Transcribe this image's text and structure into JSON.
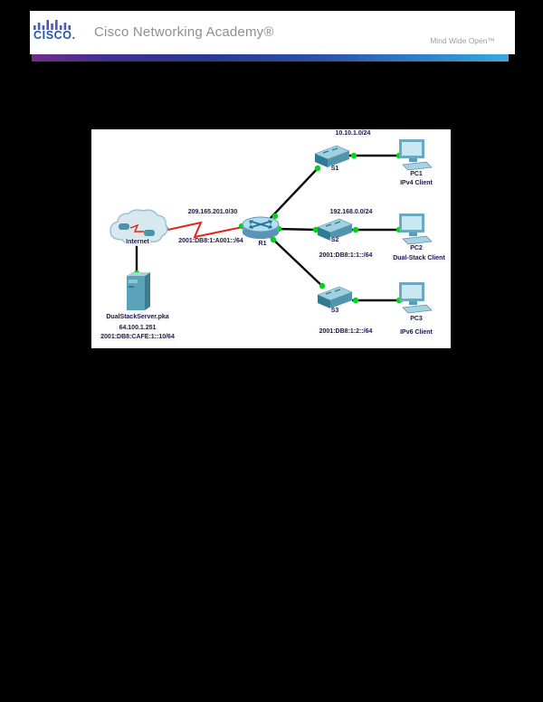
{
  "header": {
    "brand": "CISCO.",
    "title": "Cisco Networking Academy®",
    "tagline": "Mind Wide Open™",
    "gradient_colors": [
      "#702d8e",
      "#283a92",
      "#2f7ec5",
      "#36abdd"
    ]
  },
  "topology": {
    "devices": [
      {
        "name": "Internet",
        "type": "cloud"
      },
      {
        "name": "R1",
        "type": "router"
      },
      {
        "name": "S1",
        "type": "switch"
      },
      {
        "name": "S2",
        "type": "switch"
      },
      {
        "name": "S3",
        "type": "switch"
      },
      {
        "name": "PC1",
        "role": "IPv4 Client",
        "type": "pc"
      },
      {
        "name": "PC2",
        "role": "Dual-Stack Client",
        "type": "pc"
      },
      {
        "name": "PC3",
        "role": "IPv6 Client",
        "type": "pc"
      },
      {
        "name": "DualStackServer.pka",
        "ipv4": "64.100.1.251",
        "ipv6": "2001:DB8:CAFE:1::10/64",
        "type": "server"
      }
    ],
    "networks": {
      "lan1_ipv4": "10.10.1.0/24",
      "lan2_ipv4": "192.168.0.0/24",
      "lan2_ipv6": "2001:DB8:1:1::/64",
      "lan3_ipv6": "2001:DB8:1:2::/64",
      "wan_ipv4": "209.165.201.0/30",
      "wan_ipv6": "2001:DB8:1:A001::/64"
    },
    "colors": {
      "ethernet_link": "#0d0d0d",
      "serial_link": "#e22519",
      "link_up_dot": "#00d418",
      "device_teal": "#4a93ab"
    }
  }
}
